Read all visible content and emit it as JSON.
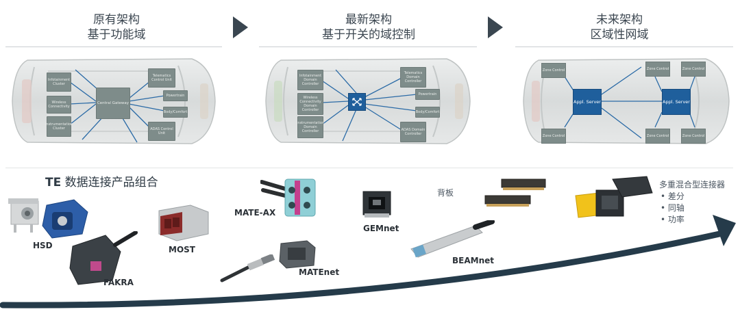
{
  "headers": [
    {
      "line1": "原有架构",
      "line2": "基于功能域"
    },
    {
      "line1": "最新架构",
      "line2": "基于开关的域控制"
    },
    {
      "line1": "未来架构",
      "line2": "区域性网域"
    }
  ],
  "diagram1": {
    "center": "Central Gateway",
    "left": [
      "Infotainment Cluster",
      "Wireless Connectivity",
      "Instrumentation Cluster"
    ],
    "right": [
      "Telematics Control Unit",
      "Powertrain",
      "Body/Comfort",
      "ADAS Control Unit"
    ]
  },
  "diagram2": {
    "left": [
      "Infotainment Domain Controller",
      "Wireless Connectivity Domain Controller",
      "Instrumentation Domain Controller"
    ],
    "right": [
      "Telematics Domain Controller",
      "Powertrain",
      "Body/Comfort",
      "ADAS Domain Controller"
    ]
  },
  "diagram3": {
    "zone": "Zone Control",
    "appl": "Appl. Server"
  },
  "portfolio_title_brand": "TE",
  "portfolio_title": "数据连接产品组合",
  "products": {
    "hsd": "HSD",
    "fakra": "FAKRA",
    "most": "MOST",
    "mate_ax": "MATE-AX",
    "matenet": "MATEnet",
    "gemnet": "GEMnet",
    "beamnet": "BEAMnet"
  },
  "backplane": "背板",
  "hybrid": {
    "title": "多重混合型连接器",
    "items": [
      "• 差分",
      "• 同轴",
      "• 功率"
    ]
  },
  "colors": {
    "accent_blue": "#1f5f9c",
    "arrow": "#253b4a",
    "module_gray": "#7e8c8a"
  }
}
